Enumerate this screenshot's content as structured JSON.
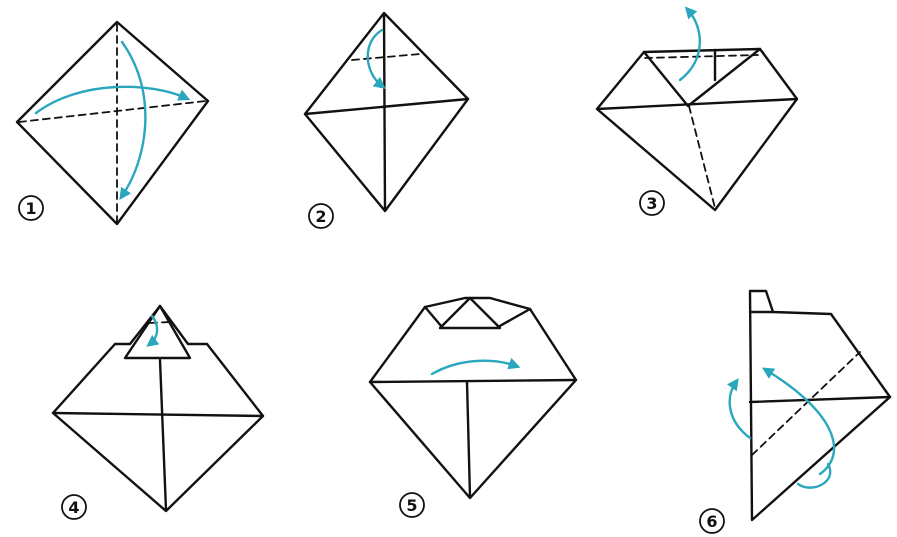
{
  "accent_color": "#2aa7bd",
  "steps": [
    {
      "number": "1"
    },
    {
      "number": "2"
    },
    {
      "number": "3"
    },
    {
      "number": "4"
    },
    {
      "number": "5"
    },
    {
      "number": "6"
    }
  ]
}
